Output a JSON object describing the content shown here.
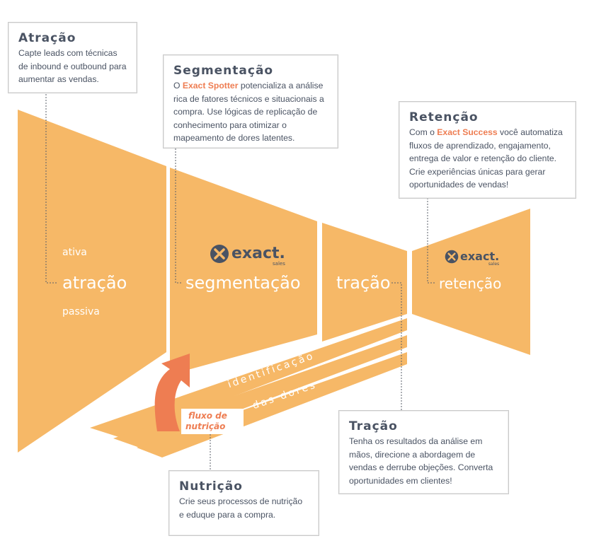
{
  "colors": {
    "funnel": "#f6b867",
    "accent": "#ee7d52",
    "text": "#4a5363",
    "card_border": "#c9c9c9"
  },
  "cards": {
    "atracao": {
      "title": "Atração",
      "body": "Capte leads com técnicas de inbound e outbound para aumentar as vendas."
    },
    "segmentacao": {
      "title": "Segmentação",
      "body_prefix": "O ",
      "highlight": "Exact Spotter",
      "body_suffix": " potencializa a análise rica de fatores técnicos e situacionais a compra. Use lógicas de replicação de conhecimento para otimizar o mapeamento de dores latentes."
    },
    "retencao": {
      "title": "Retenção",
      "body_prefix": "Com o ",
      "highlight": "Exact Success",
      "body_suffix": " você automatiza fluxos de aprendizado, engajamento, entrega de valor e retenção do cliente. Crie experiências únicas para gerar oportunidades de vendas!"
    },
    "tracao": {
      "title": "Tração",
      "body": "Tenha os resultados da análise em mãos, direcione a abordagem de vendas e derrube objeções. Converta oportunidades em clientes!"
    },
    "nutricao": {
      "title": "Nutrição",
      "body": "Crie seus processos de nutrição e eduque para a compra."
    }
  },
  "funnel": {
    "ativa": "ativa",
    "atracao": "atração",
    "passiva": "passiva",
    "segmentacao": "segmentação",
    "tracao": "tração",
    "retencao": "retenção",
    "identificacao": "identificação",
    "das_dores": "das dores",
    "fluxo_line1": "fluxo de",
    "fluxo_line2": "nutrição"
  },
  "logo": {
    "word": "exact.",
    "sub": "sales",
    "icon": "exact-x-logo-icon"
  }
}
